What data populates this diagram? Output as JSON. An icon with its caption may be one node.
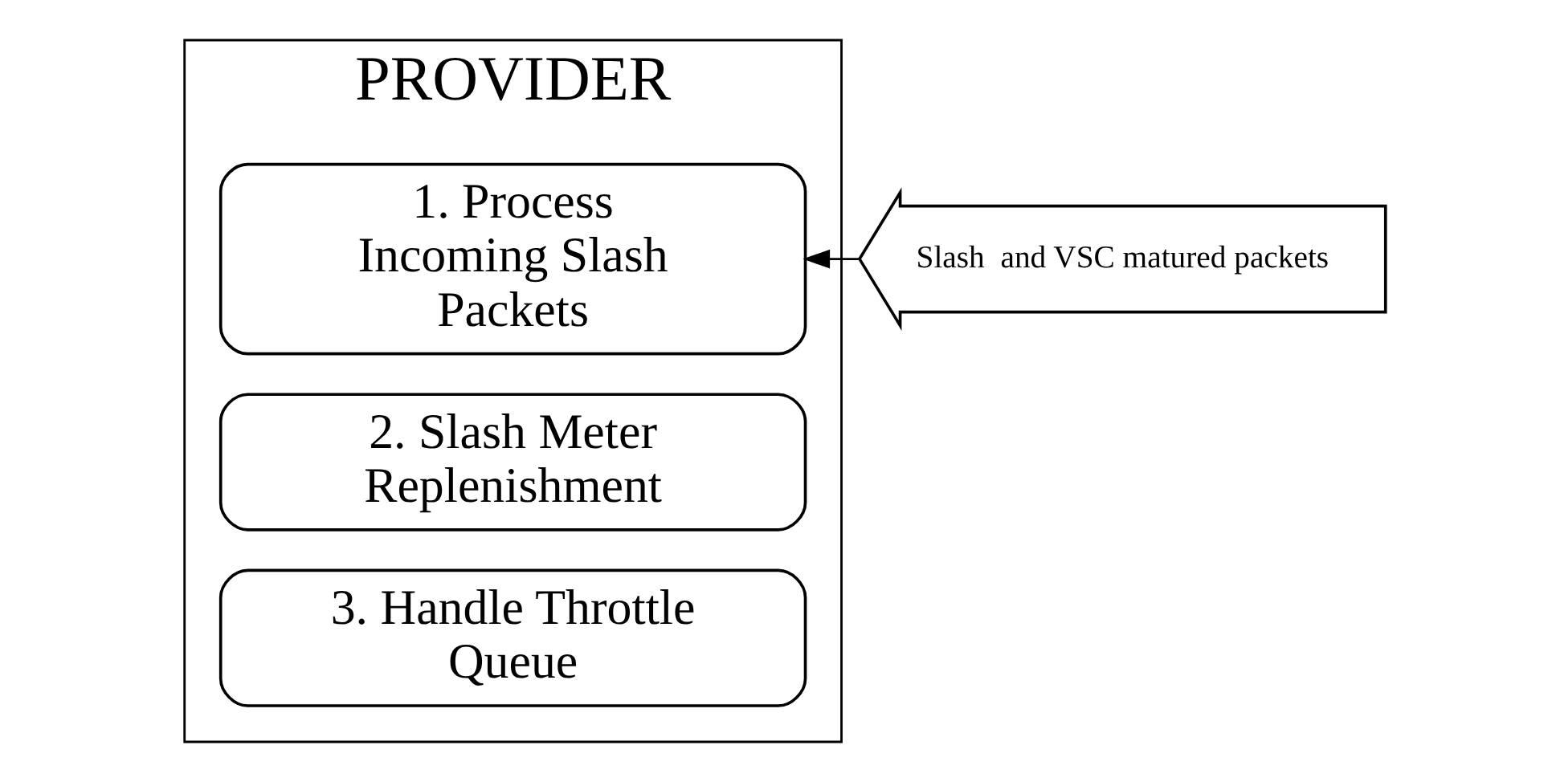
{
  "diagram": {
    "nodes": [
      {
        "text": [
          "PROVIDER"
        ]
      },
      {
        "text": [
          "1. Process Incoming Slash Packets"
        ],
        "in": 0
      },
      {
        "text": [
          "2. Slash Meter Replenishment"
        ],
        "in": 0
      },
      {
        "text": [
          "3. Handle Throttle Queue"
        ],
        "in": 0
      },
      {
        "text": [
          "Slash  and VSC matured packets"
        ]
      }
    ],
    "edges": [
      {
        "from": 4,
        "to": 1,
        "arrow": "to"
      }
    ]
  }
}
